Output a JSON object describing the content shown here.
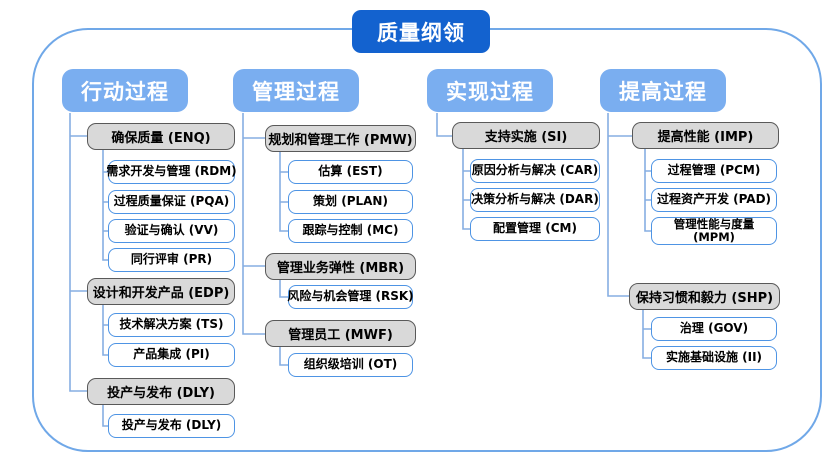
{
  "title": "质量纲领",
  "colors": {
    "title_bg": "#1362CF",
    "header_bg": "#7AAEF0",
    "group_fill": "#D9D9D9",
    "group_border": "#595959",
    "leaf_border": "#4E94E4",
    "connector": "#86AEE2",
    "frame_border": "#70A8E8",
    "text_on_blue": "#FFFFFF",
    "text_dark": "#000000"
  },
  "columns": [
    {
      "header": "行动过程",
      "groups": [
        {
          "label": "确保质量 (ENQ)",
          "children": [
            "需求开发与管理 (RDM)",
            "过程质量保证 (PQA)",
            "验证与确认 (VV)",
            "同行评审 (PR)"
          ]
        },
        {
          "label": "设计和开发产品 (EDP)",
          "children": [
            "技术解决方案 (TS)",
            "产品集成 (PI)"
          ]
        },
        {
          "label": "投产与发布 (DLY)",
          "children": [
            "投产与发布 (DLY)"
          ]
        }
      ]
    },
    {
      "header": "管理过程",
      "groups": [
        {
          "label": "规划和管理工作 (PMW)",
          "children": [
            "估算 (EST)",
            "策划 (PLAN)",
            "跟踪与控制 (MC)"
          ]
        },
        {
          "label": "管理业务弹性 (MBR)",
          "children": [
            "风险与机会管理 (RSK)"
          ]
        },
        {
          "label": "管理员工 (MWF)",
          "children": [
            "组织级培训 (OT)"
          ]
        }
      ]
    },
    {
      "header": "实现过程",
      "groups": [
        {
          "label": "支持实施 (SI)",
          "children": [
            "原因分析与解决 (CAR)",
            "决策分析与解决 (DAR)",
            "配置管理 (CM)"
          ]
        }
      ]
    },
    {
      "header": "提高过程",
      "groups": [
        {
          "label": "提高性能 (IMP)",
          "children": [
            "过程管理 (PCM)",
            "过程资产开发 (PAD)",
            "管理性能与度量 (MPM)"
          ]
        },
        {
          "label": "保持习惯和毅力 (SHP)",
          "children": [
            "治理 (GOV)",
            "实施基础设施 (II)"
          ]
        }
      ]
    }
  ]
}
